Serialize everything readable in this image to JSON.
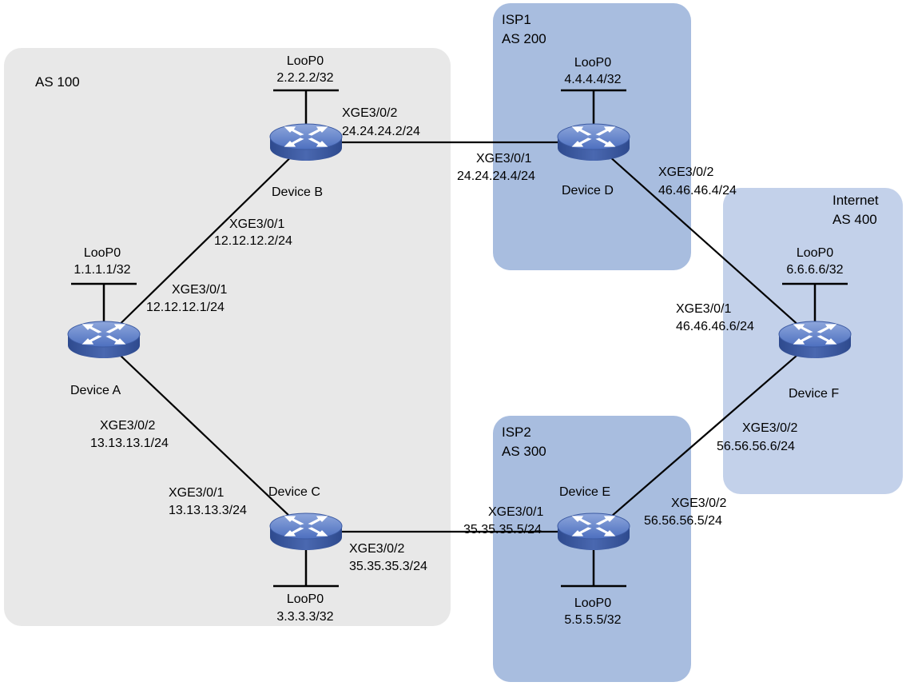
{
  "regions": [
    {
      "id": "as100",
      "labels": [
        "AS 100"
      ],
      "color": "#e8e8e8"
    },
    {
      "id": "isp1",
      "labels": [
        "ISP1",
        "AS 200"
      ],
      "color": "#a8bddf"
    },
    {
      "id": "isp2",
      "labels": [
        "ISP2",
        "AS 300"
      ],
      "color": "#a8bddf"
    },
    {
      "id": "internet",
      "labels": [
        "Internet",
        "AS 400"
      ],
      "color": "#c3d1ea"
    }
  ],
  "devices": [
    {
      "id": "A",
      "label": "Device A",
      "loopback": {
        "name": "LooP0",
        "ip": "1.1.1.1/32"
      }
    },
    {
      "id": "B",
      "label": "Device B",
      "loopback": {
        "name": "LooP0",
        "ip": "2.2.2.2/32"
      }
    },
    {
      "id": "C",
      "label": "Device C",
      "loopback": {
        "name": "LooP0",
        "ip": "3.3.3.3/32"
      }
    },
    {
      "id": "D",
      "label": "Device D",
      "loopback": {
        "name": "LooP0",
        "ip": "4.4.4.4/32"
      }
    },
    {
      "id": "E",
      "label": "Device E",
      "loopback": {
        "name": "LooP0",
        "ip": "5.5.5.5/32"
      }
    },
    {
      "id": "F",
      "label": "Device F",
      "loopback": {
        "name": "LooP0",
        "ip": "6.6.6.6/32"
      }
    }
  ],
  "links": [
    {
      "id": "A-B",
      "from": "A",
      "to": "B"
    },
    {
      "id": "A-C",
      "from": "A",
      "to": "C"
    },
    {
      "id": "B-D",
      "from": "B",
      "to": "D"
    },
    {
      "id": "C-E",
      "from": "C",
      "to": "E"
    },
    {
      "id": "D-F",
      "from": "D",
      "to": "F"
    },
    {
      "id": "E-F",
      "from": "E",
      "to": "F"
    }
  ],
  "interfaces": [
    {
      "device": "A",
      "link": "A-B",
      "name": "XGE3/0/1",
      "ip": "12.12.12.1/24"
    },
    {
      "device": "B",
      "link": "A-B",
      "name": "XGE3/0/1",
      "ip": "12.12.12.2/24"
    },
    {
      "device": "A",
      "link": "A-C",
      "name": "XGE3/0/2",
      "ip": "13.13.13.1/24"
    },
    {
      "device": "C",
      "link": "A-C",
      "name": "XGE3/0/1",
      "ip": "13.13.13.3/24"
    },
    {
      "device": "B",
      "link": "B-D",
      "name": "XGE3/0/2",
      "ip": "24.24.24.2/24"
    },
    {
      "device": "D",
      "link": "B-D",
      "name": "XGE3/0/1",
      "ip": "24.24.24.4/24"
    },
    {
      "device": "C",
      "link": "C-E",
      "name": "XGE3/0/2",
      "ip": "35.35.35.3/24"
    },
    {
      "device": "E",
      "link": "C-E",
      "name": "XGE3/0/1",
      "ip": "35.35.35.5/24"
    },
    {
      "device": "D",
      "link": "D-F",
      "name": "XGE3/0/2",
      "ip": "46.46.46.4/24"
    },
    {
      "device": "F",
      "link": "D-F",
      "name": "XGE3/0/1",
      "ip": "46.46.46.6/24"
    },
    {
      "device": "E",
      "link": "E-F",
      "name": "XGE3/0/2",
      "ip": "56.56.56.5/24"
    },
    {
      "device": "F",
      "link": "E-F",
      "name": "XGE3/0/2",
      "ip": "56.56.56.6/24"
    }
  ]
}
